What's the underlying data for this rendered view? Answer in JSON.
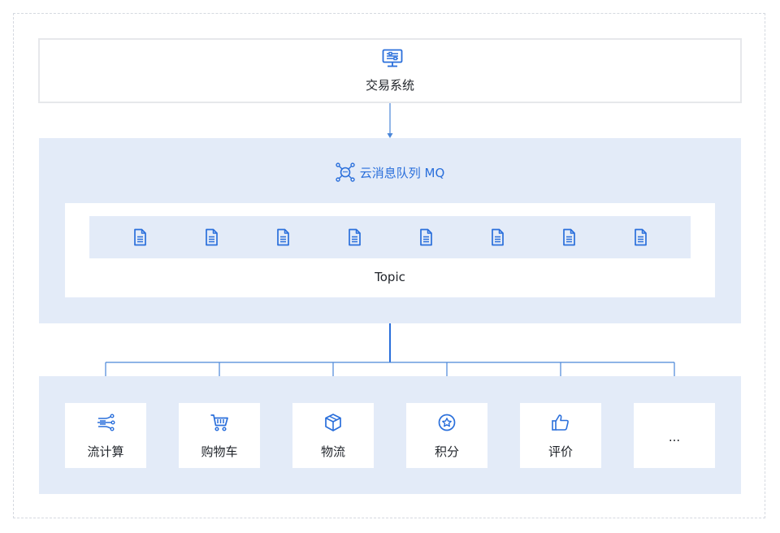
{
  "producer": {
    "label": "交易系统",
    "icon": "monitor-settings-icon"
  },
  "mq": {
    "title": "云消息队列 MQ",
    "icon": "network-hub-icon",
    "topic": {
      "label": "Topic",
      "queue_count": 8,
      "queue_icon": "document-icon"
    }
  },
  "consumers": [
    {
      "label": "流计算",
      "icon": "stream-compute-icon"
    },
    {
      "label": "购物车",
      "icon": "shopping-cart-icon"
    },
    {
      "label": "物流",
      "icon": "package-box-icon"
    },
    {
      "label": "积分",
      "icon": "star-badge-icon"
    },
    {
      "label": "评价",
      "icon": "thumbs-up-icon"
    },
    {
      "label": "...",
      "icon": ""
    }
  ],
  "colors": {
    "accent": "#2a6fdb",
    "panel_bg": "#e3ebf8",
    "frame_border": "#d5d9e0",
    "text": "#1f2329",
    "line": "#4a86d8"
  }
}
